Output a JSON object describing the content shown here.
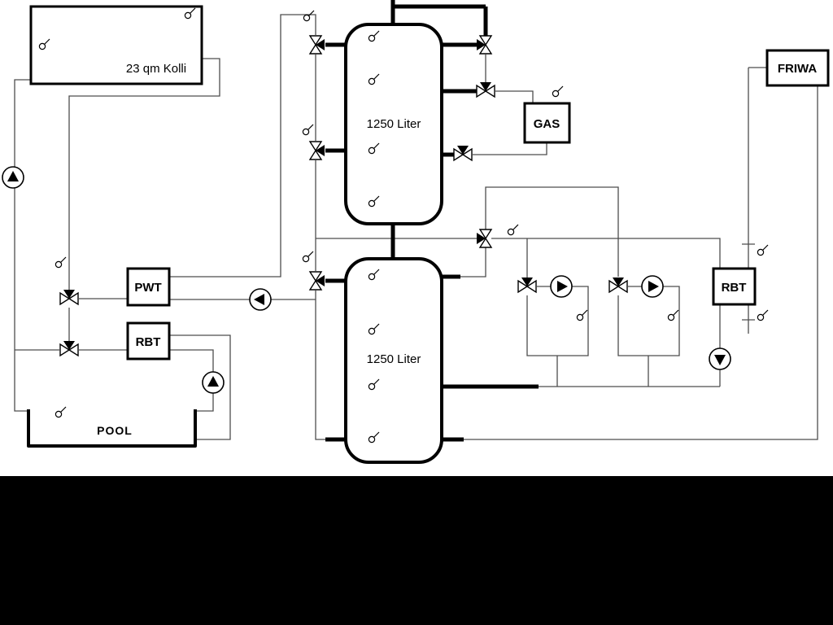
{
  "colors": {
    "background": "#ffffff",
    "line_thin": "#4d4d4d",
    "line_thick": "#000000",
    "bottom_bar": "#000000",
    "component_fill": "#ffffff"
  },
  "components": {
    "collector": {
      "label": "23 qm Kolli"
    },
    "buffer_tank_top": {
      "label": "1250 Liter"
    },
    "buffer_tank_bottom": {
      "label": "1250 Liter"
    },
    "heat_exchanger_pwt": {
      "label": "PWT"
    },
    "rbt_left": {
      "label": "RBT"
    },
    "rbt_right": {
      "label": "RBT"
    },
    "gas_boiler": {
      "label": "GAS"
    },
    "friwa": {
      "label": "FRIWA"
    },
    "pool": {
      "label": "POOL"
    }
  },
  "symbols": {
    "pump": "circle-with-filled-triangle",
    "three_way_valve": "bowtie-triangles-with-filled-port",
    "temperature_sensor": "small-circle-with-stem"
  }
}
